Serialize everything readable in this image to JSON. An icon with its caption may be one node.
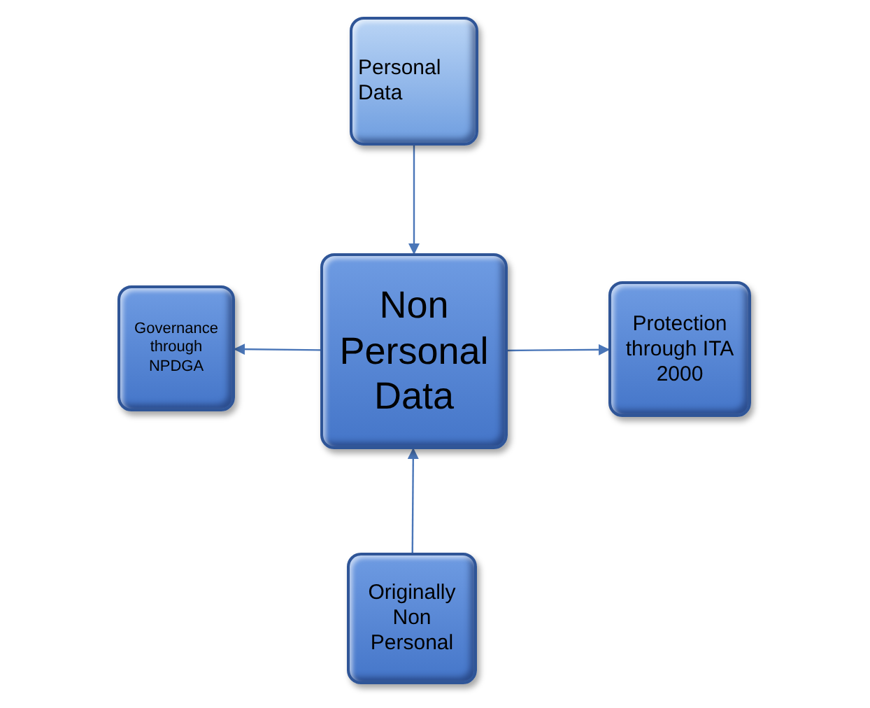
{
  "diagram": {
    "nodes": [
      {
        "text": [
          "Personal Data"
        ]
      },
      {
        "text": [
          "Non Personal Data"
        ]
      },
      {
        "text": [
          "Governance through NPDGA"
        ]
      },
      {
        "text": [
          "Protection through ITA 2000"
        ]
      },
      {
        "text": [
          "Originally Non Personal"
        ]
      }
    ],
    "edges": [
      {
        "from": 0,
        "to": 1,
        "arrow": "to"
      },
      {
        "from": 1,
        "to": 2,
        "arrow": "to"
      },
      {
        "from": 1,
        "to": 3,
        "arrow": "to"
      },
      {
        "from": 4,
        "to": 1,
        "arrow": "to"
      }
    ]
  }
}
